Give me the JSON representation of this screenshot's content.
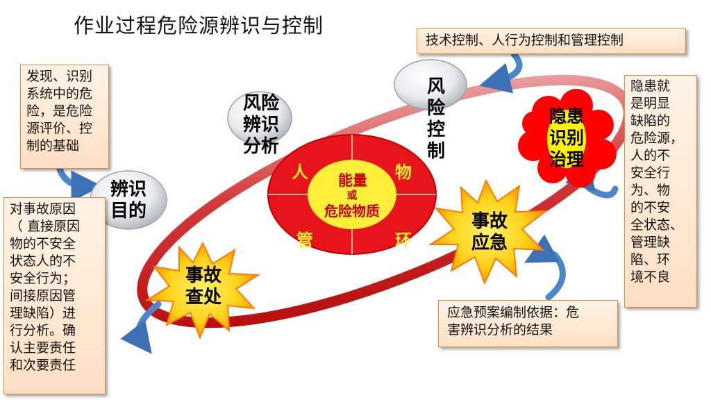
{
  "title": "作业过程危险源辨识与控制",
  "callouts": {
    "discover": {
      "lines": [
        "发现、识别",
        "系统中的危",
        "险，是危险",
        "源评价、控",
        "制的基础"
      ]
    },
    "cause": {
      "lines": [
        "对事故原因",
        "（ 直接原因",
        "物的不安全",
        "状态人的不",
        "安全行为；",
        "间接原因管",
        "理缺陷）进",
        "行分析。确",
        "认主要责任",
        "和次要责任"
      ]
    },
    "control": {
      "text": "技术控制、人行为控制和管理控制"
    },
    "hazard": {
      "lines": [
        "隐患就",
        "是明显",
        "缺陷的",
        "危险源，",
        "人的不",
        "安全行",
        "为、物",
        "的不安",
        "全状态、",
        "管理缺",
        "陷、环",
        "境不良"
      ]
    },
    "emergency": {
      "lines": [
        "应急预案编制依据：危",
        "害辨识分析的结果"
      ]
    }
  },
  "nodes": {
    "identify_purpose": {
      "lines": [
        "辨识",
        "目的"
      ]
    },
    "risk_analysis": {
      "lines": [
        "风险",
        "辨识",
        "分析"
      ]
    },
    "risk_control": {
      "lines": [
        "风",
        "险",
        "控",
        "制"
      ]
    },
    "hidden_danger": {
      "lines": [
        "隐患",
        "识别",
        "治理"
      ]
    },
    "accident_emergency": {
      "lines": [
        "事故",
        "应急"
      ]
    },
    "accident_investigation": {
      "lines": [
        "事故",
        "查处"
      ]
    }
  },
  "center": {
    "energy": "能量",
    "or": "或",
    "hazardous": "危险物质",
    "people": "人",
    "material": "物",
    "management": "管",
    "environment": "环"
  },
  "colors": {
    "loop_red": "#c00000",
    "center_yellow": "#ffef3a",
    "center_red": "#e8141b",
    "box_border": "#e08a3c",
    "arrow_blue": "#4a86c8"
  }
}
